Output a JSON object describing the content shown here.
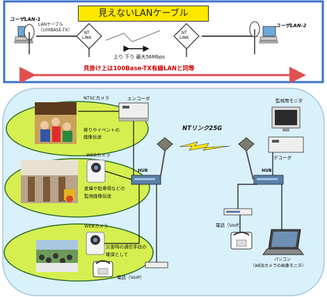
{
  "header": {
    "title": "見えないLANケーブル",
    "lan1": "ユーザLAN-1",
    "lan2": "ユーザLAN-2",
    "cable_line1": "LANケーブル",
    "cable_line2": "（100BASE-TX）",
    "link_a": "NT\nLINK",
    "link_b": "NT\nLINK",
    "speed": "上り 下り 最大56Mbps",
    "note": "見掛け上は100Base-TX有線LANと同等"
  },
  "diagram": {
    "ntsc_camera": "NTSCカメラ",
    "encoder": "エンコーダ",
    "event_line1": "祭りやイベントの",
    "event_line2": "画像伝送",
    "web_camera_1": "WEBカメラ",
    "warehouse_line1": "倉庫や駐車場などの",
    "warehouse_line2": "監視画像伝送",
    "web_camera_2": "WEBカメラ",
    "disaster_line1": "災害時の通信手段の",
    "disaster_line2": "確保として",
    "phone_left": "電話（VoIP）",
    "nt_link": "NTリンク25G",
    "hub_left": "HUB",
    "hub_right": "HUB",
    "monitor": "監視用モニタ",
    "decoder": "デコーダ",
    "phone_right": "電話（VoIP）",
    "pc_line1": "パソコン",
    "pc_line2": "（WEBカメラの画像モニタ）"
  },
  "colors": {
    "header_border": "#3b73c9",
    "title_bg": "#ffe800",
    "note_red": "#cc0000",
    "panel_bg": "#d9f1fb",
    "ellipse_green": "#d6ef50"
  }
}
